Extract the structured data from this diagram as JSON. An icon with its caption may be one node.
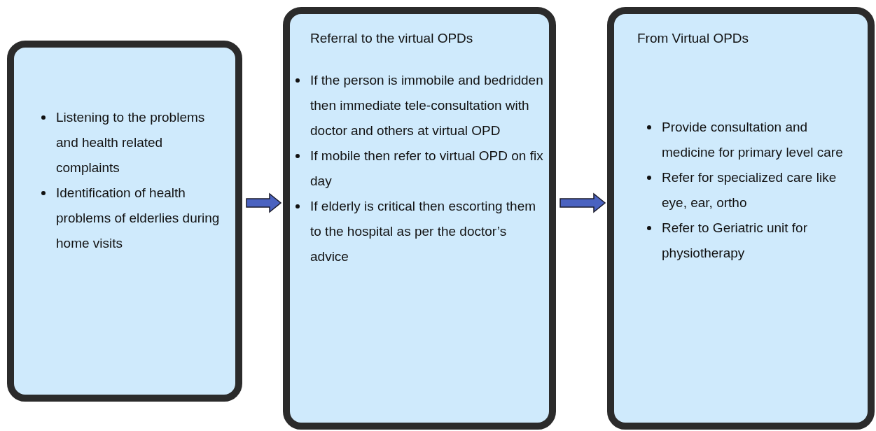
{
  "diagram": {
    "nodes": [
      {
        "text": [
          "Listening to the problems and health related complaints",
          "Identification of health problems of elderlies during home visits"
        ]
      },
      {
        "text": [
          "Referral to the virtual OPDs",
          "If the person is immobile and bedridden then immediate tele-consultation with doctor and others at virtual OPD",
          "If mobile then refer to virtual OPD on fix day",
          "If elderly is critical then escorting them to the hospital as per the doctor’s advice"
        ]
      },
      {
        "text": [
          "From Virtual OPDs",
          "Provide consultation and medicine for primary level care",
          "Refer for specialized care like eye, ear, ortho",
          "Refer to Geriatric unit for physiotherapy"
        ]
      }
    ],
    "edges": [
      {
        "from": 0,
        "to": 1,
        "arrow": "to"
      },
      {
        "from": 1,
        "to": 2,
        "arrow": "to"
      }
    ]
  }
}
